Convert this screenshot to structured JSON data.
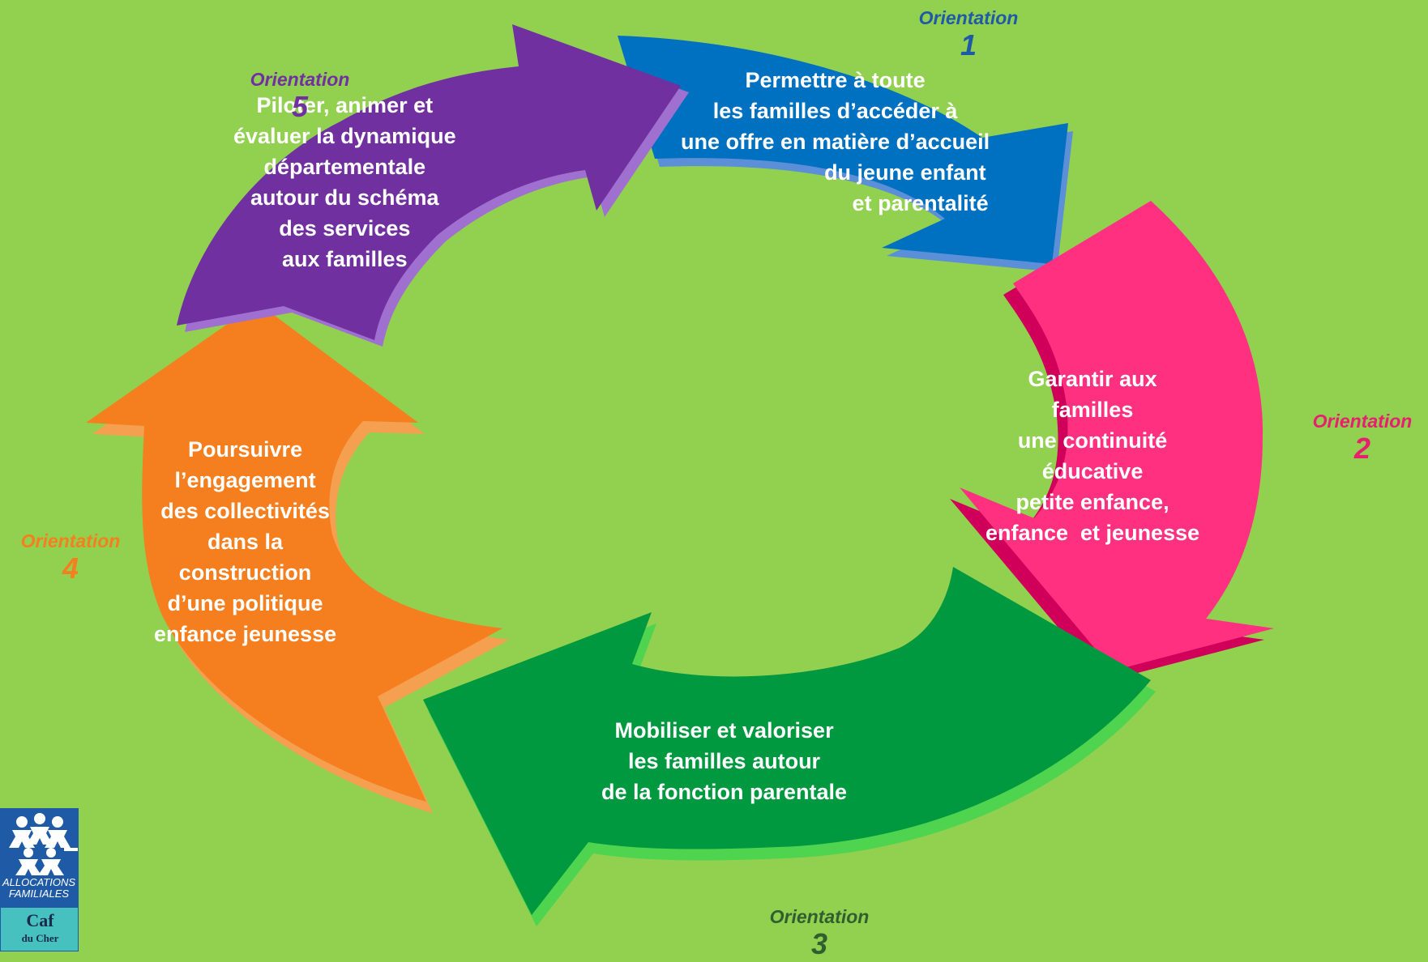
{
  "colors": {
    "background": "#92d050",
    "orientation_1": "#0070c0",
    "orientation_2": "#ff3080",
    "orientation_3": "#00993f",
    "orientation_4": "#f57f1f",
    "orientation_5": "#7030a0"
  },
  "orientations": [
    {
      "word": "Orientation",
      "number": "1",
      "text": "Permettre à toute\nles familles d’accéder à\nune offre en matière d’accueil\n                       du jeune enfant\n                            et parentalité"
    },
    {
      "word": "Orientation",
      "number": "2",
      "text": "Garantir aux\nfamilles\nune continuité\néducative\npetite enfance,\nenfance  et jeunesse"
    },
    {
      "word": "Orientation",
      "number": "3",
      "text": "Mobiliser et valoriser\nles familles autour\nde la fonction parentale"
    },
    {
      "word": "Orientation",
      "number": "4",
      "text": "Poursuivre\nl’engagement\ndes collectivités\ndans la\nconstruction\nd’une politique\nenfance jeunesse"
    },
    {
      "word": "Orientation",
      "number": "5",
      "text": "Piloter, animer et\névaluer la dynamique\ndépartementale\nautour du schéma\ndes services\naux familles"
    }
  ],
  "logo": {
    "name": "caf-du-cher-logo",
    "org_text": "ALLOCATIONS\nFAMILIALES",
    "brand": "Caf",
    "subtitle": "du Cher"
  }
}
